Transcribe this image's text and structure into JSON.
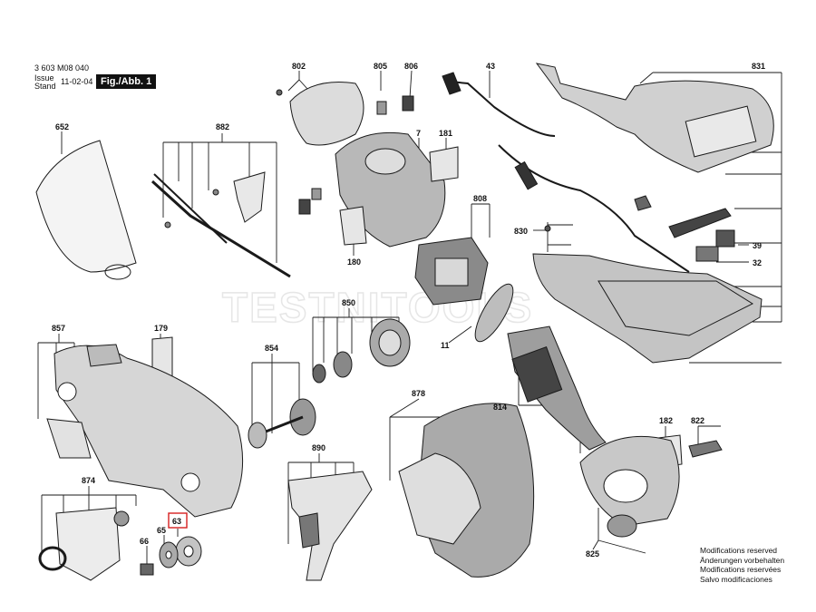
{
  "header": {
    "doc_number": "3 603 M08 040",
    "issue_label": "Issue",
    "stand_label": "Stand",
    "date": "11-02-04",
    "figure_label": "Fig./Abb. 1"
  },
  "watermark": "TESTNITOOLS",
  "highlighted_part": "63",
  "parts": {
    "p802": "802",
    "p805": "805",
    "p806": "806",
    "p43": "43",
    "p831": "831",
    "p652": "652",
    "p882": "882",
    "p7": "7",
    "p181": "181",
    "p808": "808",
    "p830": "830",
    "p39": "39",
    "p32": "32",
    "p180": "180",
    "p850": "850",
    "p11": "11",
    "p857": "857",
    "p179": "179",
    "p854": "854",
    "p878": "878",
    "p814": "814",
    "p182": "182",
    "p822": "822",
    "p890": "890",
    "p874": "874",
    "p63": "63",
    "p65": "65",
    "p66": "66",
    "p825": "825"
  },
  "notes": [
    "Modifications reserved",
    "Änderungen vorbehalten",
    "Modifications reservées",
    "Salvo modificaciones"
  ]
}
